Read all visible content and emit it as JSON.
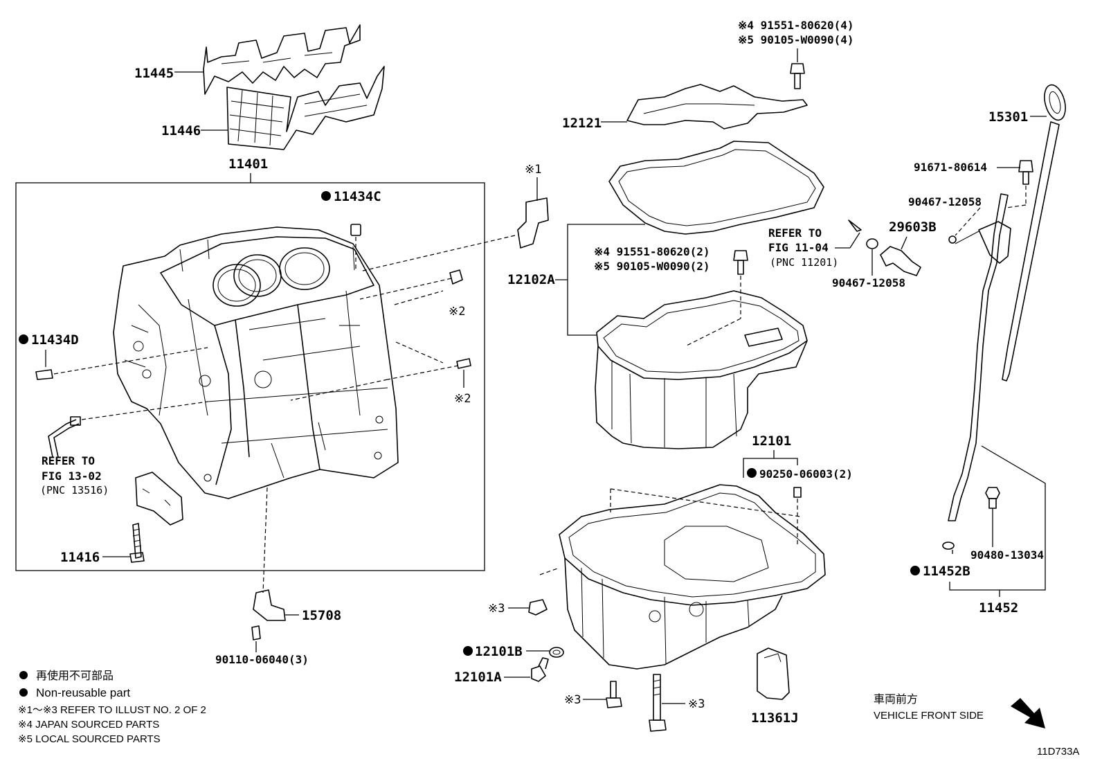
{
  "labels": {
    "l11445": "11445",
    "l11446": "11446",
    "l11401": "11401",
    "l11434c": "11434C",
    "l11434d": "11434D",
    "l11416": "11416",
    "l15708": "15708",
    "l90110": "90110-06040(3)",
    "ref1302_a": "REFER TO",
    "ref1302_b": "FIG 13-02",
    "ref1302_c": "(PNC 13516)",
    "r2a": "※2",
    "r2b": "※2",
    "r1": "※1",
    "l12121": "12121",
    "bolt_top_1": "※4 91551-80620(4)",
    "bolt_top_2": "※5 90105-W0090(4)",
    "l12102a": "12102A",
    "bolt_mid_1": "※4 91551-80620(2)",
    "bolt_mid_2": "※5 90105-W0090(2)",
    "l12101": "12101",
    "l90250": "90250-06003(2)",
    "r3a": "※3",
    "l12101b": "12101B",
    "l12101a": "12101A",
    "r3b": "※3",
    "r3c": "※3",
    "l11361j": "11361J",
    "l15301": "15301",
    "l91671": "91671-80614",
    "l90467a": "90467-12058",
    "l29603b": "29603B",
    "ref1104_a": "REFER TO",
    "ref1104_b": "FIG 11-04",
    "ref1104_c": "(PNC 11201)",
    "l90467b": "90467-12058",
    "l90480": "90480-13034",
    "l11452b": "11452B",
    "l11452": "11452"
  },
  "legend": {
    "line1": "再使用不可部品",
    "line2": "Non-reusable part",
    "line3": "※1～※3  REFER TO ILLUST NO. 2 OF 2",
    "line4": "※4 JAPAN SOURCED PARTS",
    "line5": "※5 LOCAL SOURCED PARTS"
  },
  "direction": {
    "jp": "車両前方",
    "en": "VEHICLE FRONT SIDE"
  },
  "illustration_code": "11D733A"
}
